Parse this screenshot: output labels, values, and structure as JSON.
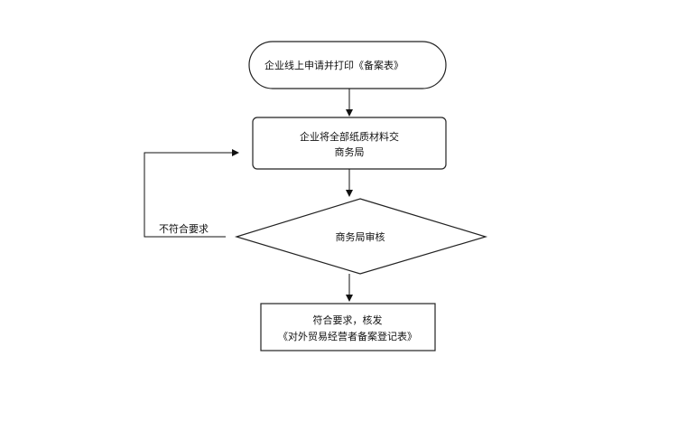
{
  "flowchart": {
    "start": {
      "text": "企业线上申请并打印《备案表》"
    },
    "submit": {
      "line1": "企业将全部纸质材料交",
      "line2": "商务局"
    },
    "review": {
      "text": "商务局审核"
    },
    "reject_label": "不符合要求",
    "result": {
      "line1": "符合要求，核发",
      "line2": "《对外贸易经营者备案登记表》"
    }
  }
}
